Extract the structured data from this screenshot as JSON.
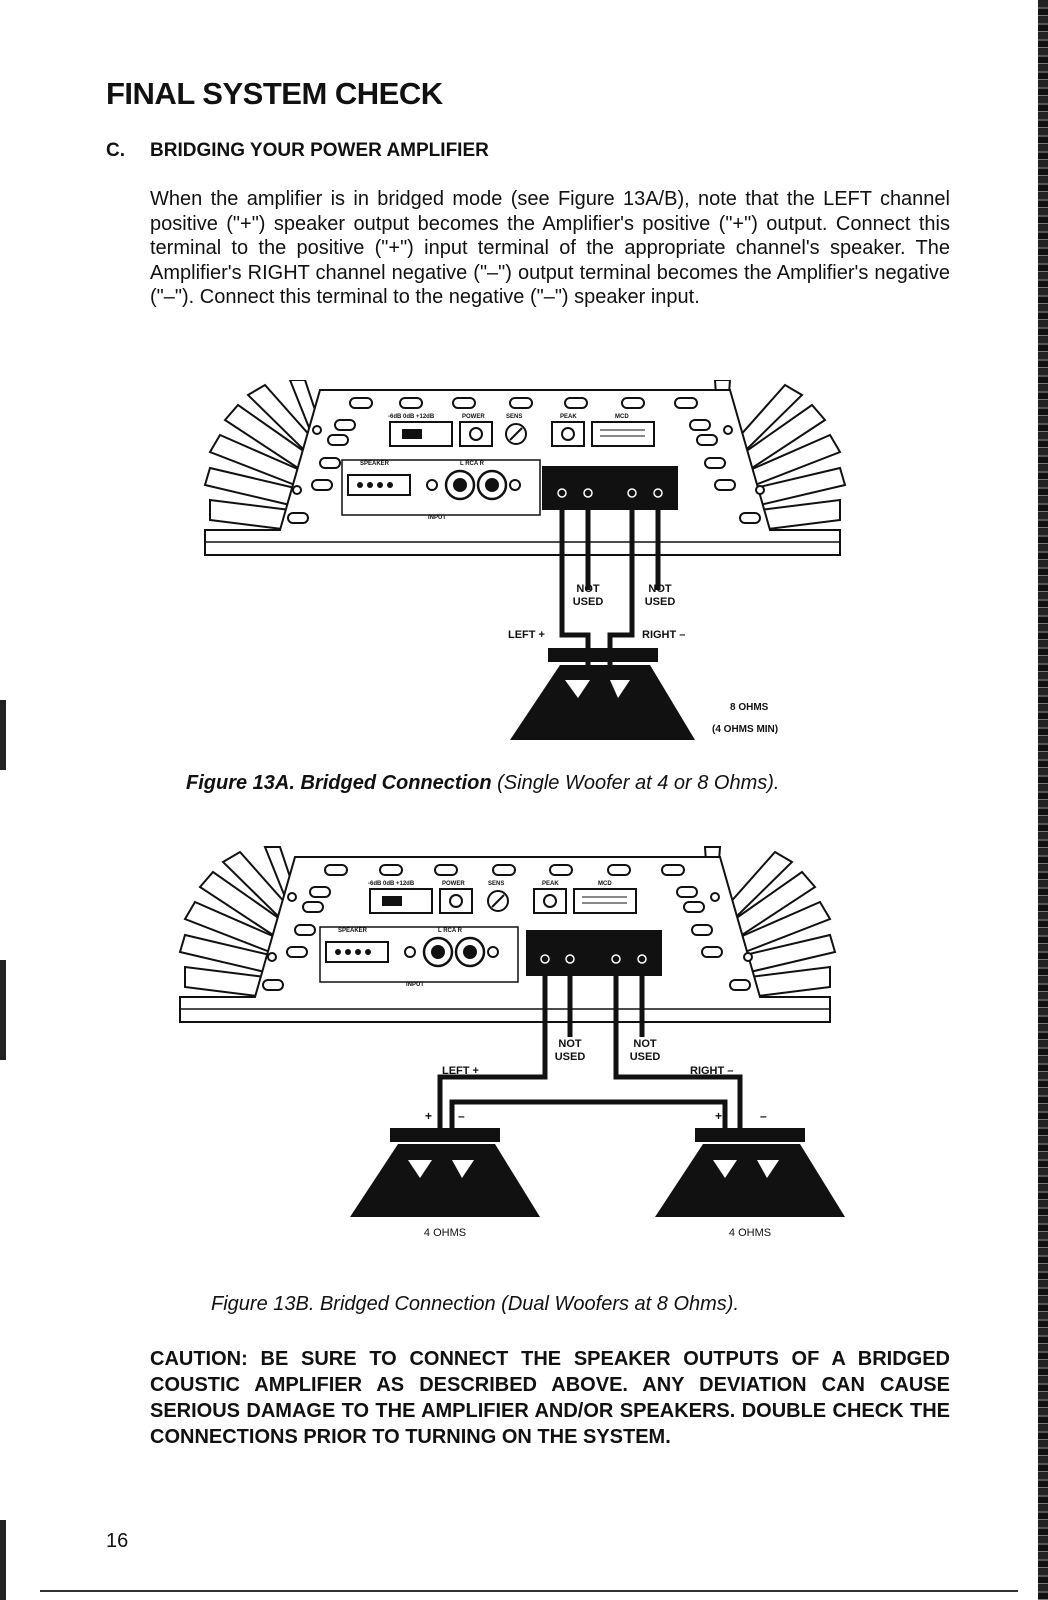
{
  "page": {
    "title": "FINAL SYSTEM CHECK",
    "section_letter": "C.",
    "section_title": "BRIDGING YOUR POWER AMPLIFIER",
    "body": "When the amplifier is in bridged mode (see Figure 13A/B), note that the LEFT channel positive (\"+\") speaker output becomes the Amplifier's positive (\"+\") output.  Connect this terminal to the positive (\"+\") input terminal of the appropriate channel's speaker. The Amplifier's RIGHT channel negative (\"–\") output terminal becomes the Amplifier's negative (\"–\"). Connect this terminal to the negative (\"–\") speaker input.",
    "caution": "CAUTION:  BE SURE TO CONNECT THE SPEAKER OUTPUTS OF A BRIDGED COUSTIC AMPLIFIER AS DESCRIBED ABOVE. ANY DEVIATION CAN CAUSE  SERIOUS DAMAGE TO THE AMPLIFIER AND/OR SPEAKERS. DOUBLE CHECK THE CONNECTIONS PRIOR TO TURNING ON THE SYSTEM.",
    "page_number": "16"
  },
  "figure_a": {
    "caption_bold": "Figure 13A.  Bridged Connection",
    "caption_rest": " (Single Woofer at 4 or 8 Ohms).",
    "labels": {
      "speaker": "SPEAKER",
      "rca": "L  RCA  R",
      "input": "INPUT",
      "power": "POWER",
      "sens": "SENS",
      "peak": "PEAK",
      "mcd": "MCD",
      "not_used_left_1": "NOT",
      "not_used_left_2": "USED",
      "not_used_right_1": "NOT",
      "not_used_right_2": "USED",
      "left_plus": "LEFT +",
      "right_minus": "RIGHT –",
      "ohms_1": "8 OHMS",
      "ohms_2": "(4 OHMS MIN)"
    }
  },
  "figure_b": {
    "caption": "Figure 13B.  Bridged Connection (Dual Woofers at 8 Ohms).",
    "labels": {
      "speaker": "SPEAKER",
      "rca": "L  RCA  R",
      "input": "INPUT",
      "power": "POWER",
      "sens": "SENS",
      "peak": "PEAK",
      "mcd": "MCD",
      "not_used_left_1": "NOT",
      "not_used_left_2": "USED",
      "not_used_right_1": "NOT",
      "not_used_right_2": "USED",
      "left_plus": "LEFT +",
      "right_minus": "RIGHT –",
      "plus_left": "+",
      "minus_left": "–",
      "plus_right": "+",
      "minus_right": "–",
      "ohms_left": "4 OHMS",
      "ohms_right": "4 OHMS"
    }
  }
}
